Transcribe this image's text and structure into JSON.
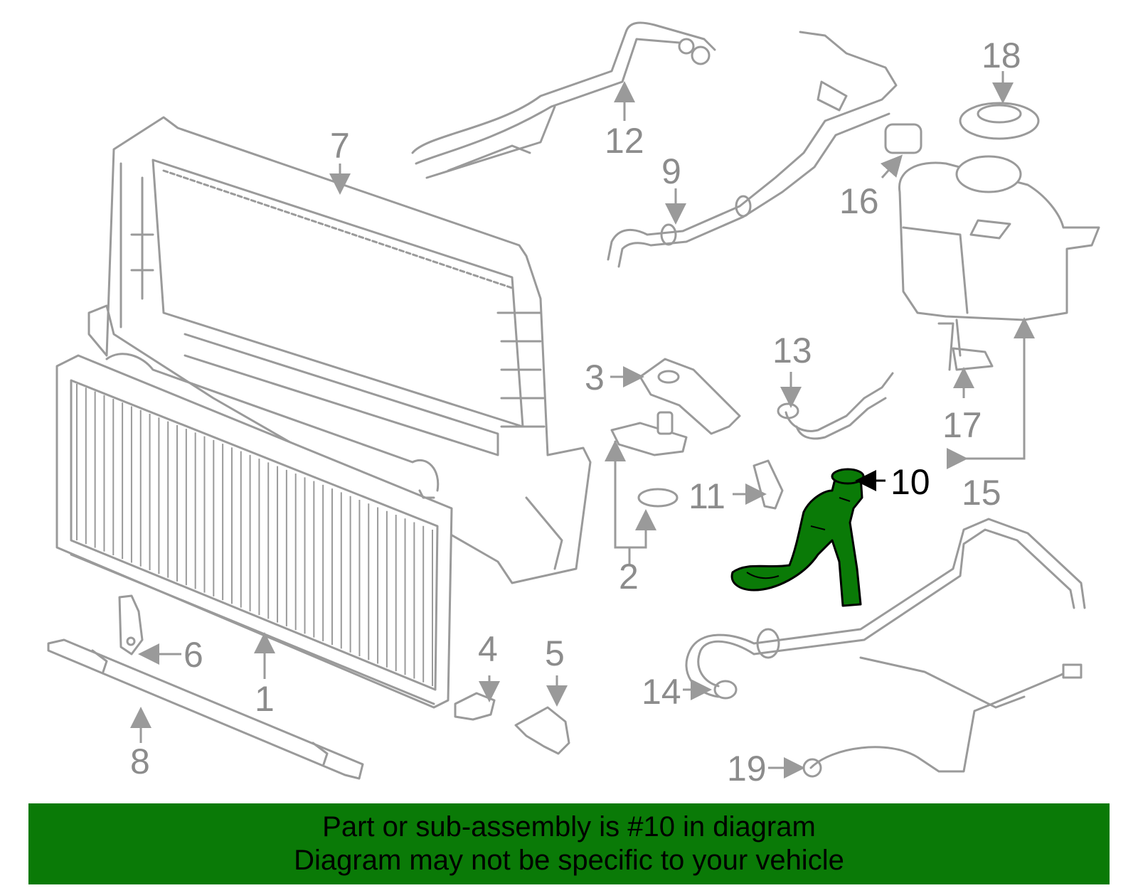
{
  "diagram": {
    "highlighted_part": "10",
    "highlight_color": "#0a7a07",
    "line_color": "#9a9a9a",
    "callouts": {
      "c1": "1",
      "c2": "2",
      "c3": "3",
      "c4": "4",
      "c5": "5",
      "c6": "6",
      "c7": "7",
      "c8": "8",
      "c9": "9",
      "c10": "10",
      "c11": "11",
      "c12": "12",
      "c13": "13",
      "c14": "14",
      "c15": "15",
      "c16": "16",
      "c17": "17",
      "c18": "18",
      "c19": "19"
    }
  },
  "banner": {
    "line1": "Part or sub-assembly is #10 in diagram",
    "line2": "Diagram may not be specific to your vehicle",
    "background": "#0a7a07"
  }
}
